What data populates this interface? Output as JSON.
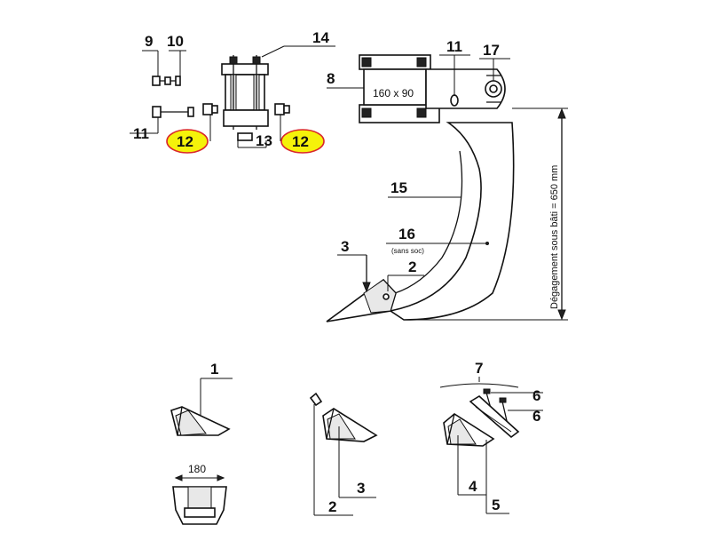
{
  "labels": {
    "p1": "1",
    "p2": "2",
    "p3": "3",
    "p4": "4",
    "p5": "5",
    "p6": "6",
    "p7": "7",
    "p8": "8",
    "p9": "9",
    "p10": "10",
    "p11": "11",
    "p12": "12",
    "p13": "13",
    "p14": "14",
    "p15": "15",
    "p16": "16",
    "p17": "17"
  },
  "annotations": {
    "section": "160 x 90",
    "sans_soc": "(sans soc)",
    "clearance": "Dégagement sous bâti = 650 mm",
    "width": "180"
  },
  "colors": {
    "highlight_fill": "#f5f20a",
    "highlight_ring": "#d9262b",
    "line": "#111111"
  }
}
